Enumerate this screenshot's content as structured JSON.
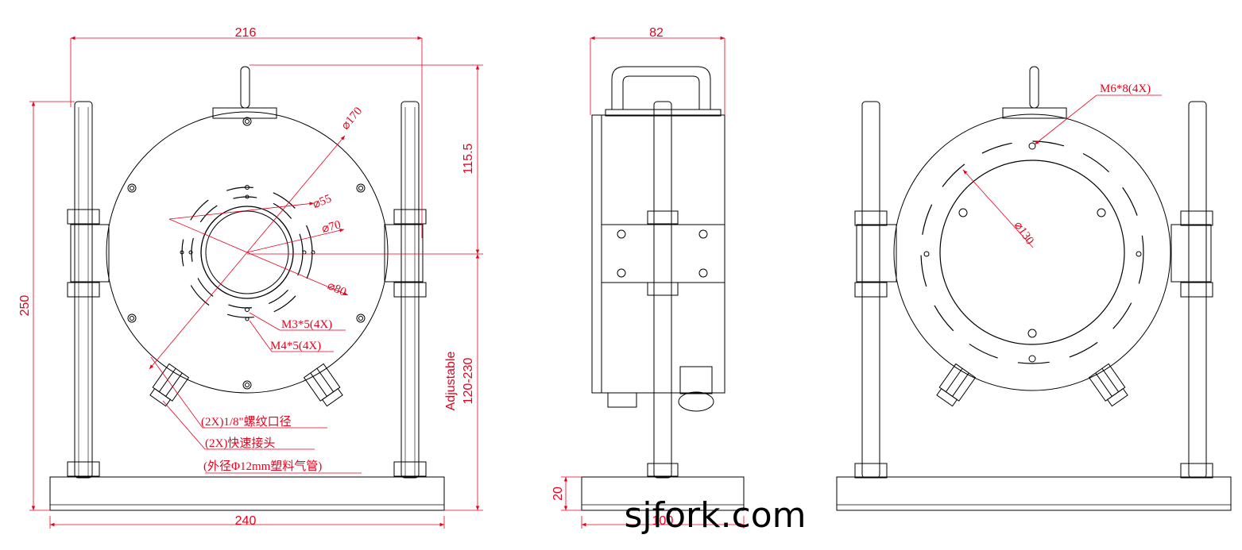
{
  "colors": {
    "line": "#000000",
    "dimension": "#e8001c",
    "background": "#ffffff"
  },
  "front_view": {
    "dim_width_top": "216",
    "dim_width_base": "240",
    "dim_height_total": "250",
    "dim_center_height": "115.5",
    "dim_adjustable_label": "Adjustable",
    "dim_adjustable_range": "120-230",
    "dia_outer": "⌀170",
    "dia_55": "⌀55",
    "dia_70": "⌀70",
    "dia_80": "⌀80",
    "callout_m3": "M3*5(4X)",
    "callout_m4": "M4*5(4X)",
    "callout_thread": "(2X)1/8\"螺纹口径",
    "callout_fitting": "(2X)快速接头",
    "callout_tube": "(外径Φ12mm塑料气管)"
  },
  "side_view": {
    "dim_width_top": "82",
    "dim_base_height": "20",
    "dim_base_width": "100"
  },
  "rear_view": {
    "callout_m6": "M6*8(4X)",
    "dia_130": "⌀130"
  },
  "watermark": "sjfork.com"
}
